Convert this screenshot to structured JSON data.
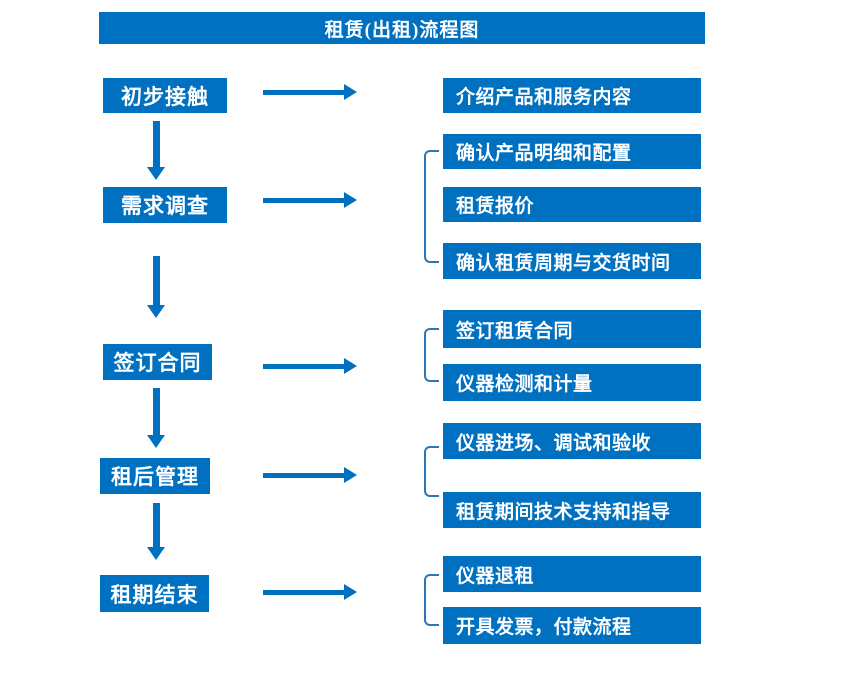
{
  "title": "租赁(出租)流程图",
  "colors": {
    "primary": "#0070C0",
    "bracket": "#2E75B6",
    "text": "#FFFFFF",
    "bg": "#FFFFFF"
  },
  "flow": [
    {
      "step": "初步接触",
      "details": [
        "介绍产品和服务内容"
      ]
    },
    {
      "step": "需求调查",
      "details": [
        "确认产品明细和配置",
        "租赁报价",
        "确认租赁周期与交货时间"
      ]
    },
    {
      "step": "签订合同",
      "details": [
        "签订租赁合同",
        "仪器检测和计量"
      ]
    },
    {
      "step": "租后管理",
      "details": [
        "仪器进场、调试和验收",
        "租赁期间技术支持和指导"
      ]
    },
    {
      "step": "租期结束",
      "details": [
        "仪器退租",
        "开具发票，付款流程"
      ]
    }
  ]
}
